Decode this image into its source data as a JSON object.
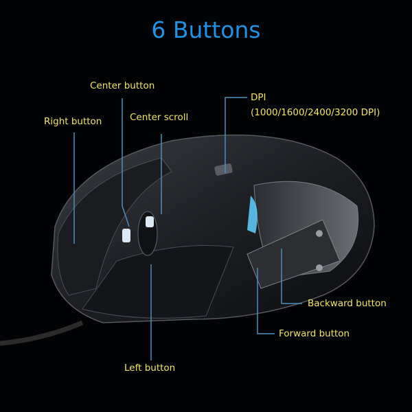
{
  "title": "6 Buttons",
  "labels": {
    "center_button": "Center button",
    "right_button": "Right button",
    "center_scroll": "Center scroll",
    "dpi": "DPI",
    "dpi_values": "(1000/1600/2400/3200 DPI)",
    "backward_button": "Backward button",
    "forward_button": "Forward button",
    "left_button": "Left button"
  },
  "colors": {
    "title": "#1f93e6",
    "label": "#f2e46a",
    "leader": "#4a8fbf",
    "accent_light": "#5fd0ff"
  }
}
